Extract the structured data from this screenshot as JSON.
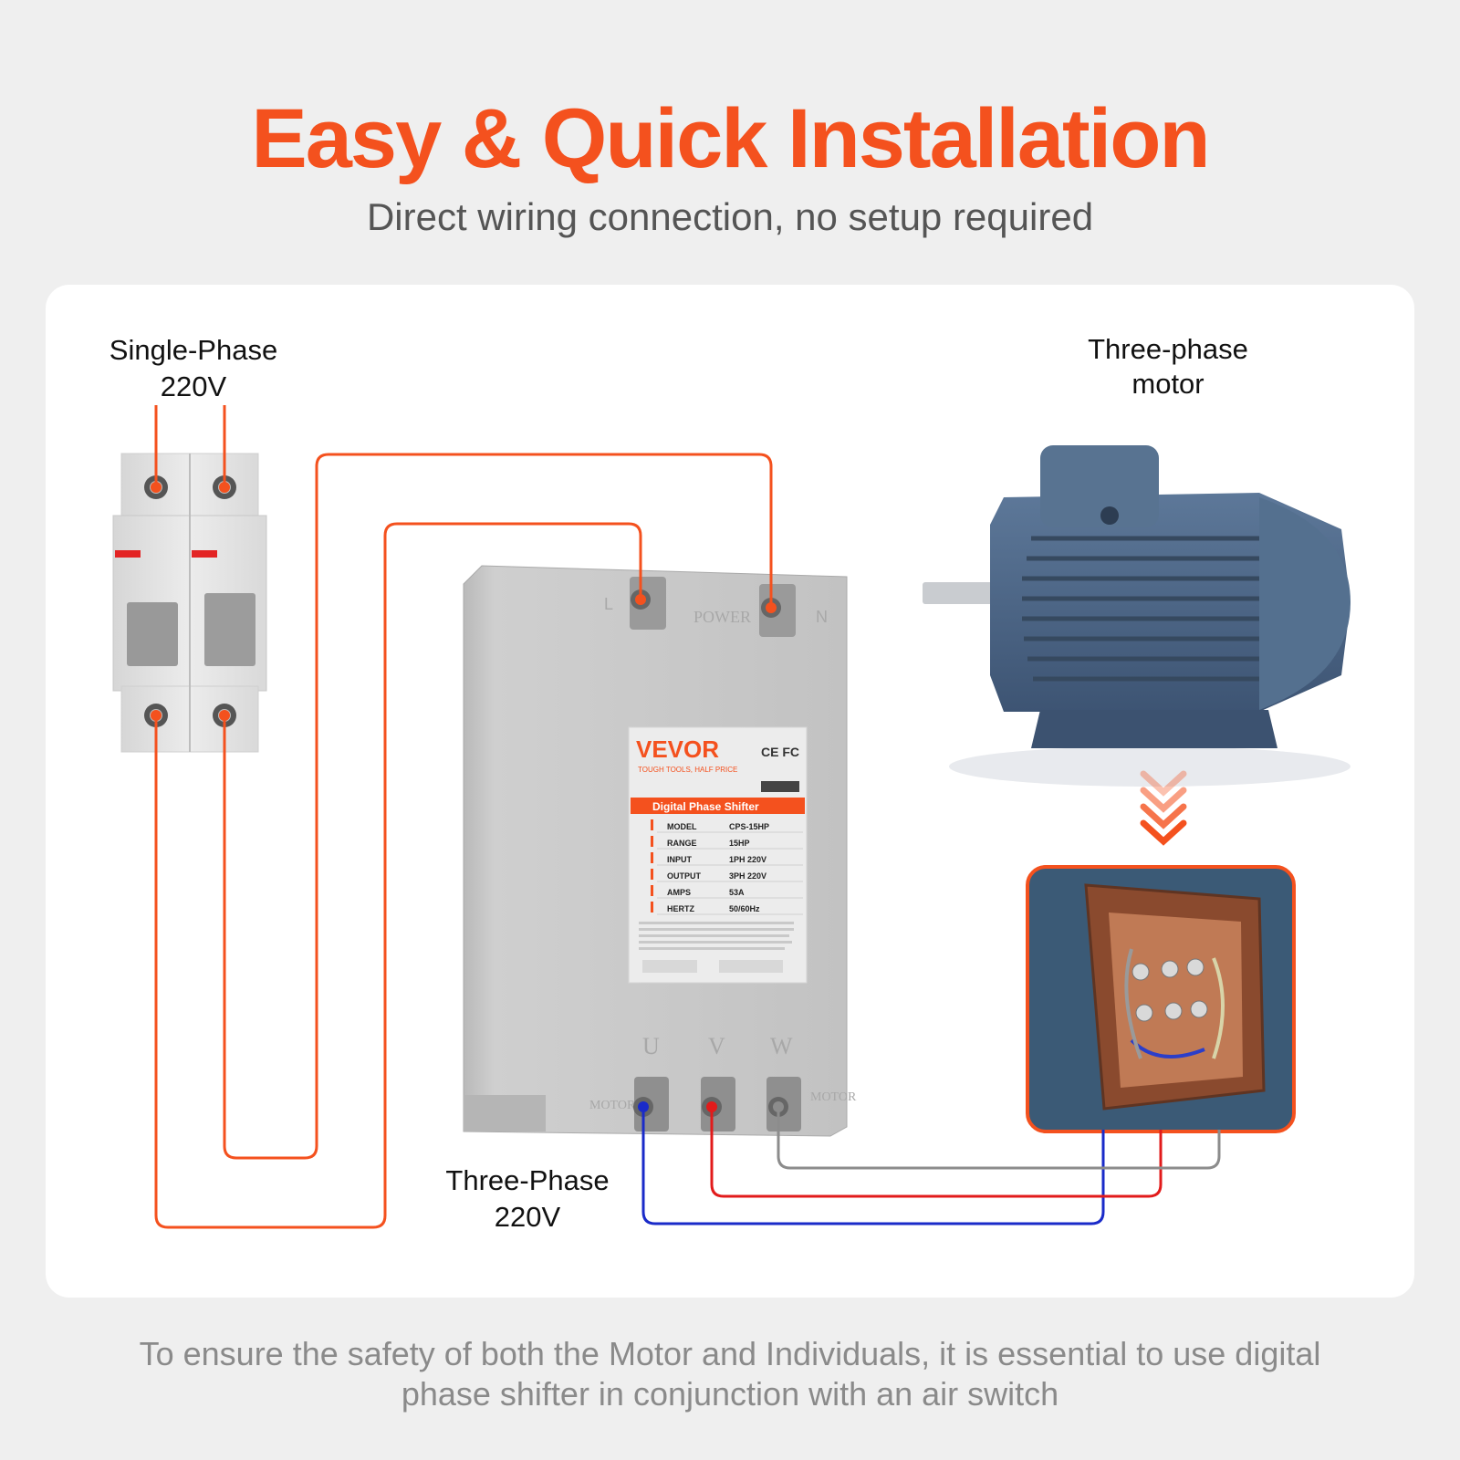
{
  "header": {
    "title": "Easy & Quick Installation",
    "subtitle": "Direct wiring connection, no setup required"
  },
  "labels": {
    "single_phase": [
      "Single-Phase",
      "220V"
    ],
    "three_phase_motor": [
      "Three-phase",
      "motor"
    ],
    "three_phase_out": [
      "Three-Phase",
      "220V"
    ]
  },
  "device": {
    "brand": "VEVOR",
    "tagline": "TOUGH TOOLS, HALF PRICE",
    "product": "Digital Phase Shifter",
    "marks": "CE FC",
    "terminal_power": "POWER",
    "terminal_l": "L",
    "terminal_n": "N",
    "terminal_u": "U",
    "terminal_v": "V",
    "terminal_w": "W",
    "motor_left": "MOTOR",
    "motor_right": "MOTOR",
    "specs": [
      {
        "key": "MODEL",
        "value": "CPS-15HP"
      },
      {
        "key": "RANGE",
        "value": "15HP"
      },
      {
        "key": "INPUT",
        "value": "1PH 220V"
      },
      {
        "key": "OUTPUT",
        "value": "3PH 220V"
      },
      {
        "key": "AMPS",
        "value": "53A"
      },
      {
        "key": "HERTZ",
        "value": "50/60Hz"
      }
    ]
  },
  "colors": {
    "accent": "#f4511e",
    "wire_blue": "#1a2bc9",
    "wire_red": "#e21b1b",
    "wire_gray": "#8c8c8c",
    "motor": "#4a6484"
  },
  "footer": {
    "line1": "To ensure the safety of both the Motor and Individuals, it is essential to use digital",
    "line2": "phase shifter in conjunction with an air switch"
  }
}
